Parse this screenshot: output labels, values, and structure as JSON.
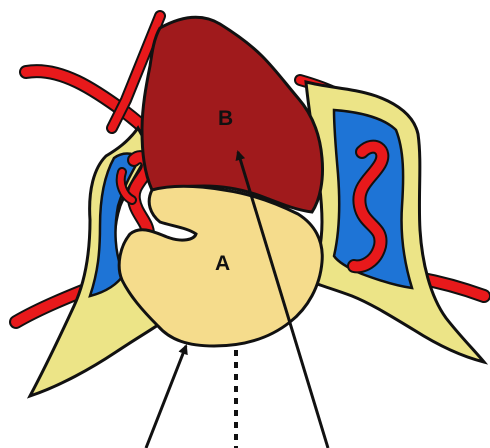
{
  "diagram": {
    "labels": {
      "a": "A",
      "b": "B"
    },
    "colors": {
      "background": "#ffffff",
      "mass_a": "#f5dc8c",
      "mass_b": "#a01a1c",
      "vessel": "#e8191b",
      "sinus_wall": "#ece487",
      "sinus_lumen": "#1e74d6",
      "outline": "#111111"
    },
    "icons": [
      "arrow-icon",
      "arrow-icon",
      "dotted-midline"
    ]
  }
}
